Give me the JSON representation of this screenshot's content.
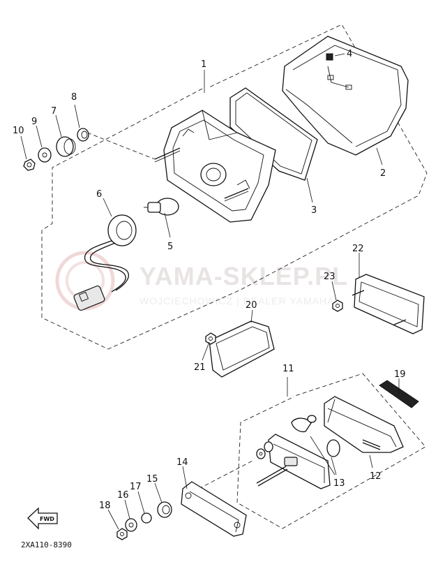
{
  "diagram": {
    "callouts": [
      "1",
      "2",
      "3",
      "4",
      "5",
      "6",
      "7",
      "8",
      "9",
      "10",
      "11",
      "12",
      "13",
      "14",
      "15",
      "16",
      "17",
      "18",
      "19",
      "20",
      "21",
      "22",
      "23"
    ],
    "drawing_code": "2XA110-8390",
    "fwd_label": "FWD"
  },
  "watermark": {
    "main": "YAMA-SKLEP.PL",
    "sub": "WOJCIECHOWICZ | DEALER YAMAHA",
    "color": "#d9a0a0"
  }
}
